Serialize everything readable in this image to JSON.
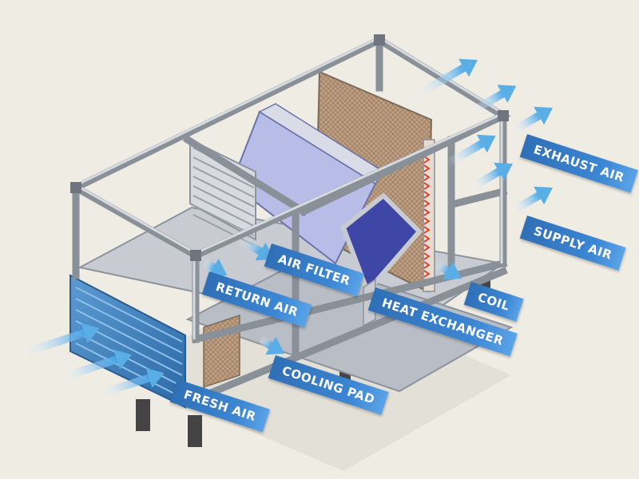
{
  "labels": {
    "exhaust_air": "EXHAUST AIR",
    "supply_air": "SUPPLY AIR",
    "air_filter": "AIR FILTER",
    "return_air": "RETURN AIR",
    "coil": "COIL",
    "heat_exchanger": "HEAT EXCHANGER",
    "cooling_pad": "COOLING PAD",
    "fresh_air": "FRESH AIR"
  },
  "colors": {
    "label_blue": "#2f6fb6",
    "frame": "#b7bcc4",
    "frame_dark": "#7d848d",
    "fresh_air_panel": "#3f83bf",
    "coil_red": "#d94a32",
    "cooling_pad": "#b89a7c",
    "filter": "#aeb6e3",
    "exchanger": "#3f48a6",
    "arrow_blue": "#5aaee6",
    "background": "#efece4"
  },
  "icons": [
    "airflow-arrow-icon"
  ]
}
